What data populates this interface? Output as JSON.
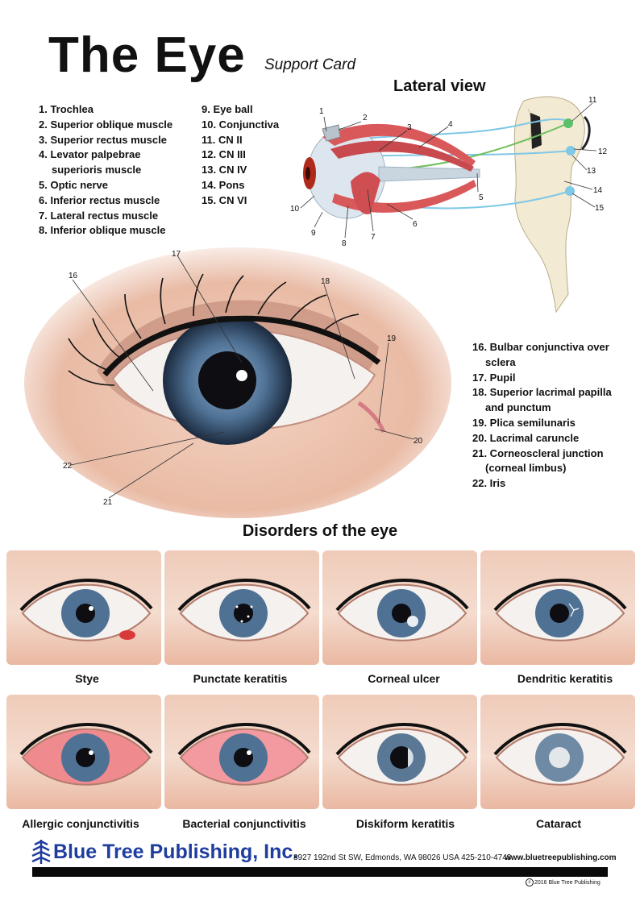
{
  "header": {
    "title": "The Eye",
    "subtitle": "Support Card"
  },
  "lateral_view": {
    "title": "Lateral view",
    "legend_col1": [
      "1. Trochlea",
      "2. Superior oblique muscle",
      "3. Superior rectus muscle",
      "4. Levator palpebrae",
      "superioris muscle",
      "5. Optic nerve",
      "6. Inferior rectus muscle",
      "7. Lateral rectus muscle",
      "8. Inferior oblique muscle"
    ],
    "legend_col2": [
      "9. Eye ball",
      "10. Conjunctiva",
      "11. CN II",
      "12. CN III",
      "13. CN IV",
      "14. Pons",
      "15. CN VI"
    ],
    "callouts": [
      "1",
      "2",
      "3",
      "4",
      "5",
      "6",
      "7",
      "8",
      "9",
      "10",
      "11",
      "12",
      "13",
      "14",
      "15"
    ]
  },
  "front_view": {
    "legend": [
      "16. Bulbar conjunctiva over",
      "sclera",
      "17. Pupil",
      "18. Superior lacrimal papilla",
      "and punctum",
      "19. Plica semilunaris",
      "20. Lacrimal caruncle",
      "21. Corneoscleral junction",
      "(corneal limbus)",
      "22. Iris"
    ],
    "callouts": [
      "16",
      "17",
      "18",
      "19",
      "20",
      "21",
      "22"
    ]
  },
  "disorders": {
    "title": "Disorders of the eye",
    "items": [
      "Stye",
      "Punctate keratitis",
      "Corneal ulcer",
      "Dendritic keratitis",
      "Allergic conjunctivitis",
      "Bacterial conjunctivitis",
      "Diskiform keratitis",
      "Cataract"
    ]
  },
  "footer": {
    "company": "Blue Tree Publishing, Inc.",
    "address": "8927 192nd St SW, Edmonds, WA 98026 USA 425-210-4743",
    "website": "www.bluetreepublishing.com",
    "copyright": "2016 Blue Tree Publishing"
  },
  "colors": {
    "brand": "#1f3d9e",
    "iris": "#4a6a8e",
    "muscle": "#d9585a",
    "nerve": "#7fc8e6"
  }
}
